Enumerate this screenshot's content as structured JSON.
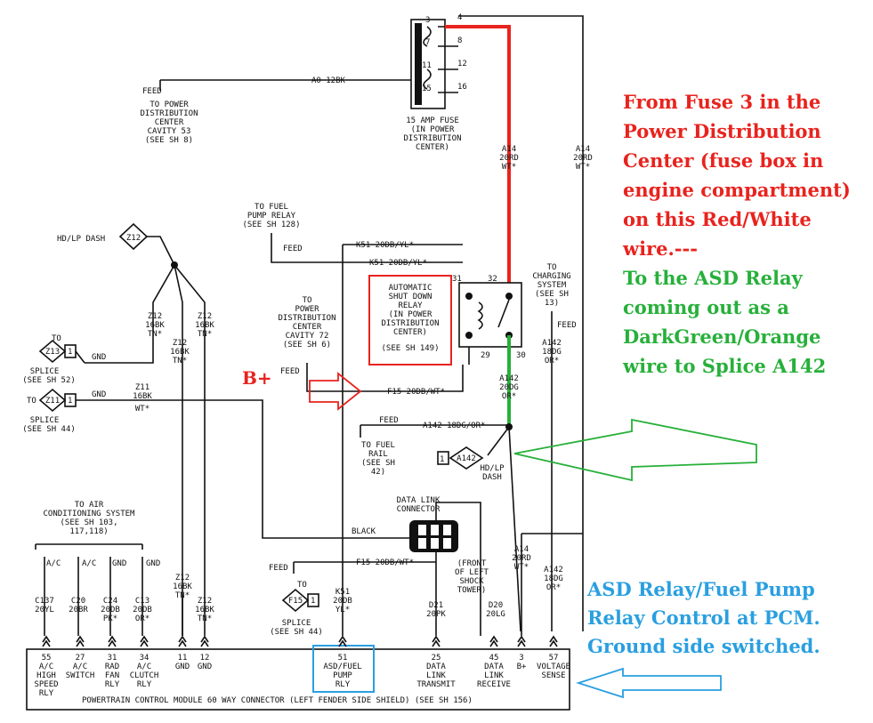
{
  "colors": {
    "red": "#e8231e",
    "green": "#27b03a",
    "blue": "#2a9fe0",
    "ink": "#111111"
  },
  "fuse_block": {
    "pins_left": [
      "3",
      "7",
      "11",
      "15"
    ],
    "pins_right": [
      "4",
      "8",
      "12",
      "16"
    ],
    "caption": [
      "15 AMP FUSE",
      "(IN POWER",
      "DISTRIBUTION",
      "CENTER)"
    ]
  },
  "top_left": {
    "feed": "FEED",
    "wire": "A0 12BK",
    "to": [
      "TO POWER",
      "DISTRIBUTION",
      "CENTER",
      "CAVITY 53",
      "(SEE SH 8)"
    ]
  },
  "wire_a14_left": [
    "A14",
    "20RD",
    "WT*"
  ],
  "wire_a14_right": [
    "A14",
    "20RD",
    "WT*"
  ],
  "fuel_pump_relay": [
    "TO FUEL",
    "PUMP RELAY",
    "(SEE SH 128)"
  ],
  "feed_fp": "FEED",
  "k51_a": "K51 20DB/YL*",
  "k51_b": "K51 20DB/YL*",
  "hd_dash": "HD/LP DASH",
  "splice_z12": "Z12",
  "z12_a": [
    "Z12",
    "16BK",
    "TN*"
  ],
  "z12_b": [
    "Z12",
    "16BK",
    "TN*"
  ],
  "z12_c": [
    "Z12",
    "16BK",
    "TN*"
  ],
  "z13": {
    "to": "TO",
    "id": "Z13",
    "pin": "1",
    "gnd": "GND",
    "splice": "SPLICE",
    "see": "(SEE SH 52)"
  },
  "z11": {
    "to": "TO",
    "id": "Z11",
    "pin": "1",
    "gnd": "GND",
    "wire": [
      "Z11",
      "16BK",
      "WT*"
    ],
    "splice": "SPLICE",
    "see": "(SEE SH 44)"
  },
  "pdc_72": {
    "to": [
      "TO",
      "POWER",
      "DISTRIBUTION",
      "CENTER",
      "CAVITY 72",
      "(SEE SH 6)"
    ],
    "feed": "FEED"
  },
  "asd_relay": {
    "label": [
      "AUTOMATIC",
      "SHUT DOWN",
      "RELAY",
      "(IN POWER",
      "DISTRIBUTION",
      "CENTER)",
      "(SEE SH 149)"
    ],
    "pins": [
      "31",
      "32",
      "29",
      "30"
    ]
  },
  "charging": {
    "to": [
      "TO",
      "CHARGING",
      "SYSTEM",
      "(SEE SH",
      "13)"
    ],
    "feed": "FEED",
    "wire": [
      "A142",
      "18DG",
      "OR*"
    ]
  },
  "b_plus": "B+",
  "f15_a": "F15 20DB/WT*",
  "a142_v": [
    "A142",
    "20DG",
    "OR*"
  ],
  "a142_h": {
    "feed": "FEED",
    "wire": "A142 18DG/OR*"
  },
  "fuel_rail": [
    "TO FUEL",
    "RAIL",
    "(SEE SH",
    "42)"
  ],
  "a142_splice": {
    "pin": "1",
    "id": "A142",
    "label": [
      "HD/LP",
      "DASH"
    ]
  },
  "data_link": {
    "title": [
      "DATA LINK",
      "CONNECTOR"
    ],
    "black": "BLACK",
    "note": [
      "(FRONT",
      "OF LEFT",
      "SHOCK",
      "TOWER)"
    ]
  },
  "air_cond": [
    "TO AIR",
    "CONDITIONING SYSTEM",
    "(SEE SH 103,",
    "117,118)"
  ],
  "ac_taps": [
    "A/C",
    "A/C",
    "GND",
    "GND"
  ],
  "f15_b": {
    "feed": "FEED",
    "wire": "F15 20DB/WT*"
  },
  "f15_splice": {
    "id": "F15",
    "pin": "1",
    "splice": "SPLICE",
    "see": "(SEE SH 44)",
    "to": "TO"
  },
  "bottom_wires": [
    {
      "id": "c137",
      "lines": [
        "C137",
        "20YL"
      ]
    },
    {
      "id": "c20",
      "lines": [
        "C20",
        "20BR"
      ]
    },
    {
      "id": "c24",
      "lines": [
        "C24",
        "20DB",
        "PK*"
      ]
    },
    {
      "id": "c13",
      "lines": [
        "C13",
        "20DB",
        "OR*"
      ]
    },
    {
      "id": "k51",
      "lines": [
        "K51",
        "20DB",
        "YL*"
      ]
    },
    {
      "id": "d21",
      "lines": [
        "D21",
        "20PK"
      ]
    },
    {
      "id": "d20",
      "lines": [
        "D20",
        "20LG"
      ]
    },
    {
      "id": "a14b",
      "lines": [
        "A14",
        "20RD",
        "WT*"
      ]
    },
    {
      "id": "a142b",
      "lines": [
        "A142",
        "18DG",
        "OR*"
      ]
    }
  ],
  "pcm_pins": [
    {
      "n": "55",
      "lines": [
        "A/C",
        "HIGH",
        "SPEED",
        "RLY"
      ]
    },
    {
      "n": "27",
      "lines": [
        "A/C",
        "SWITCH"
      ]
    },
    {
      "n": "31",
      "lines": [
        "RAD",
        "FAN",
        "RLY"
      ]
    },
    {
      "n": "34",
      "lines": [
        "A/C",
        "CLUTCH",
        "RLY"
      ]
    },
    {
      "n": "11",
      "lines": [
        "GND"
      ]
    },
    {
      "n": "12",
      "lines": [
        "GND"
      ]
    },
    {
      "n": "51",
      "lines": [
        "ASD/FUEL",
        "PUMP",
        "RLY"
      ]
    },
    {
      "n": "25",
      "lines": [
        "DATA",
        "LINK",
        "TRANSMIT"
      ]
    },
    {
      "n": "45",
      "lines": [
        "DATA",
        "LINK",
        "RECEIVE"
      ]
    },
    {
      "n": "3",
      "lines": [
        "B+"
      ]
    },
    {
      "n": "57",
      "lines": [
        "VOLTAGE",
        "SENSE"
      ]
    }
  ],
  "pcm_title": "POWERTRAIN CONTROL MODULE 60 WAY CONNECTOR (LEFT FENDER SIDE SHIELD) (SEE SH 156)",
  "annotations": {
    "red": [
      "From Fuse 3 in the",
      "Power Distribution",
      "Center (fuse box in",
      "engine compartment)",
      "on this Red/White",
      "wire.---"
    ],
    "green": [
      "To the ASD Relay",
      "coming out as a",
      "DarkGreen/Orange",
      "wire to Splice A142"
    ],
    "blue": [
      "ASD Relay/Fuel Pump",
      "Relay Control at PCM.",
      "Ground side switched."
    ]
  }
}
